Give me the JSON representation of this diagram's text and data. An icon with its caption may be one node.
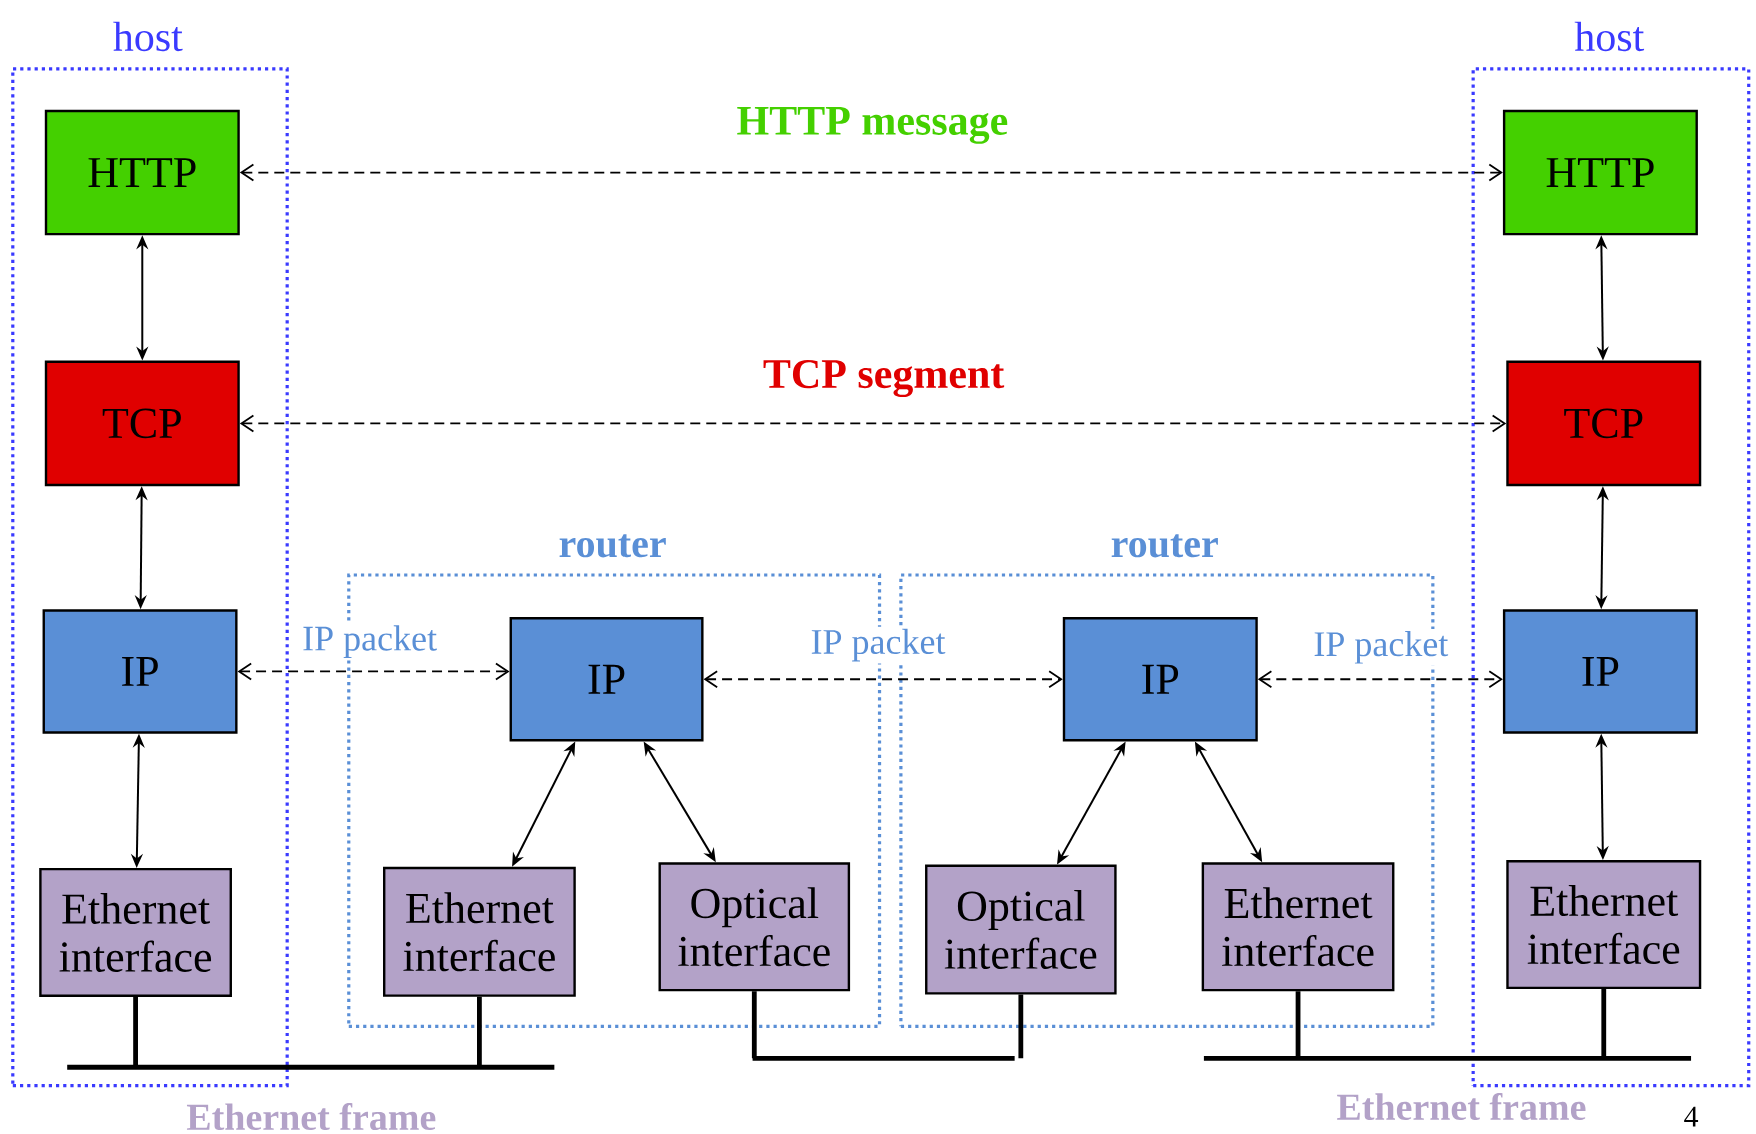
{
  "diagram": {
    "nodes": [
      {
        "text": [
          "host"
        ]
      },
      {
        "text": [
          "HTTP"
        ],
        "in": 0
      },
      {
        "text": [
          "TCP"
        ],
        "in": 0
      },
      {
        "text": [
          "IP"
        ],
        "in": 0
      },
      {
        "text": [
          "Ethernet interface"
        ],
        "in": 0
      },
      {
        "text": [
          "host"
        ]
      },
      {
        "text": [
          "HTTP"
        ],
        "in": 5
      },
      {
        "text": [
          "TCP"
        ],
        "in": 5
      },
      {
        "text": [
          "IP"
        ],
        "in": 5
      },
      {
        "text": [
          "Ethernet interface"
        ],
        "in": 5
      },
      {
        "text": [
          "router"
        ]
      },
      {
        "text": [
          "IP"
        ],
        "in": 10
      },
      {
        "text": [
          "Ethernet interface"
        ],
        "in": 10
      },
      {
        "text": [
          "Optical interface"
        ],
        "in": 10
      },
      {
        "text": [
          "router"
        ]
      },
      {
        "text": [
          "IP"
        ],
        "in": 14
      },
      {
        "text": [
          "Optical interface"
        ],
        "in": 14
      },
      {
        "text": [
          "Ethernet interface"
        ],
        "in": 14
      }
    ],
    "edges": [
      {
        "from": 1,
        "to": 2,
        "arrow": "both"
      },
      {
        "from": 2,
        "to": 3,
        "arrow": "both"
      },
      {
        "from": 3,
        "to": 4,
        "arrow": "both"
      },
      {
        "from": 6,
        "to": 7,
        "arrow": "both"
      },
      {
        "from": 7,
        "to": 8,
        "arrow": "both"
      },
      {
        "from": 8,
        "to": 9,
        "arrow": "both"
      },
      {
        "from": 11,
        "to": 12,
        "arrow": "both"
      },
      {
        "from": 11,
        "to": 13,
        "arrow": "both"
      },
      {
        "from": 15,
        "to": 16,
        "arrow": "both"
      },
      {
        "from": 15,
        "to": 17,
        "arrow": "both"
      },
      {
        "from": 1,
        "to": 6,
        "arrow": "both",
        "style": "dashed",
        "label": "HTTP message"
      },
      {
        "from": 2,
        "to": 7,
        "arrow": "both",
        "style": "dashed",
        "label": "TCP segment"
      },
      {
        "from": 3,
        "to": 11,
        "arrow": "both",
        "style": "dashed",
        "label": "IP packet"
      },
      {
        "from": 11,
        "to": 15,
        "arrow": "both",
        "style": "dashed",
        "label": "IP packet"
      },
      {
        "from": 15,
        "to": 8,
        "arrow": "both",
        "style": "dashed",
        "label": "IP packet"
      },
      {
        "from": 4,
        "to": 12,
        "arrow": "none",
        "style": "thick",
        "label": "Ethernet frame"
      },
      {
        "from": 13,
        "to": 16,
        "arrow": "none",
        "style": "thick"
      },
      {
        "from": 17,
        "to": 9,
        "arrow": "none",
        "style": "thick",
        "label": "Ethernet frame"
      }
    ],
    "labels": [
      "4"
    ]
  }
}
